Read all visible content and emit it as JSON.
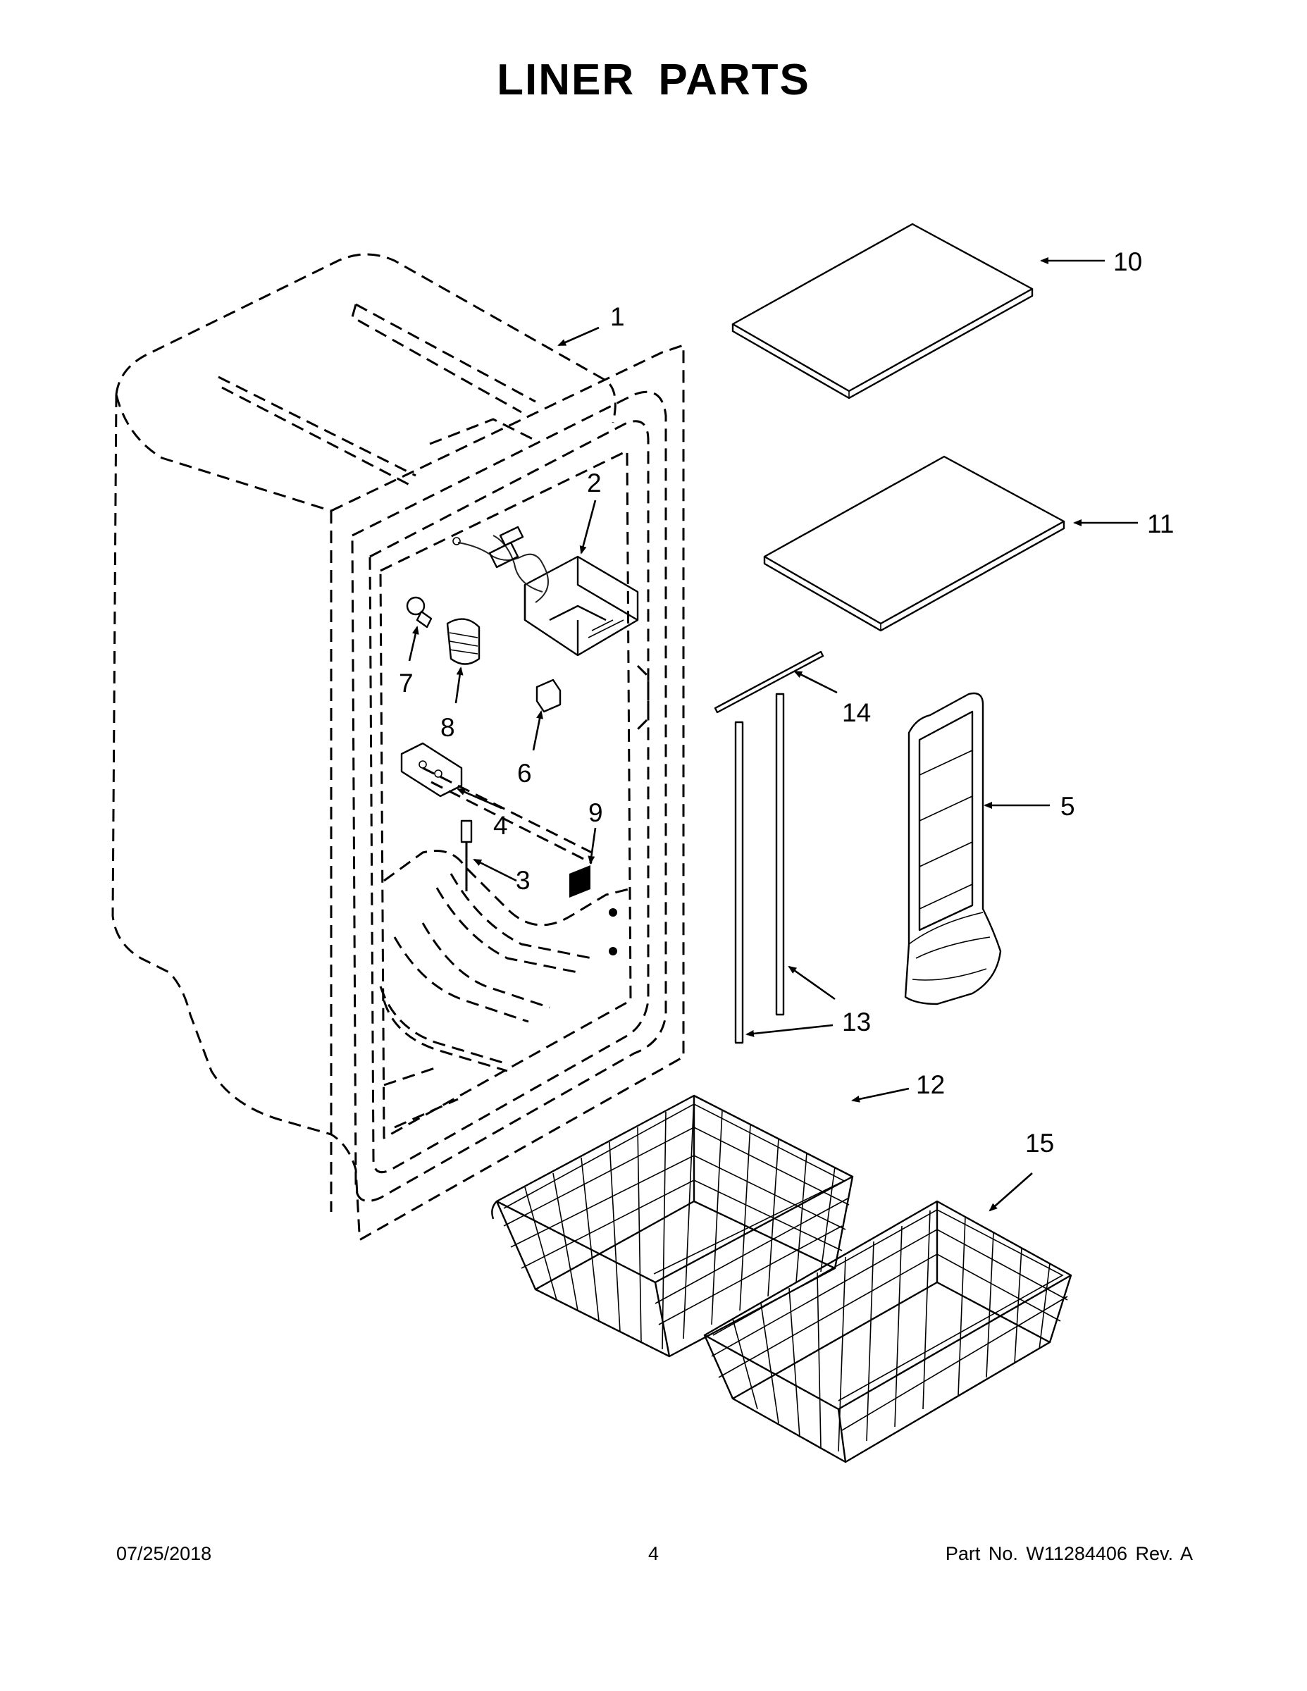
{
  "page": {
    "title": "LINER PARTS"
  },
  "callouts": [
    "1",
    "2",
    "3",
    "4",
    "5",
    "6",
    "7",
    "8",
    "9",
    "10",
    "11",
    "12",
    "13",
    "14",
    "15"
  ],
  "footer": {
    "date": "07/25/2018",
    "page_number": "4",
    "part_info": "Part No.  W11284406  Rev.  A"
  }
}
